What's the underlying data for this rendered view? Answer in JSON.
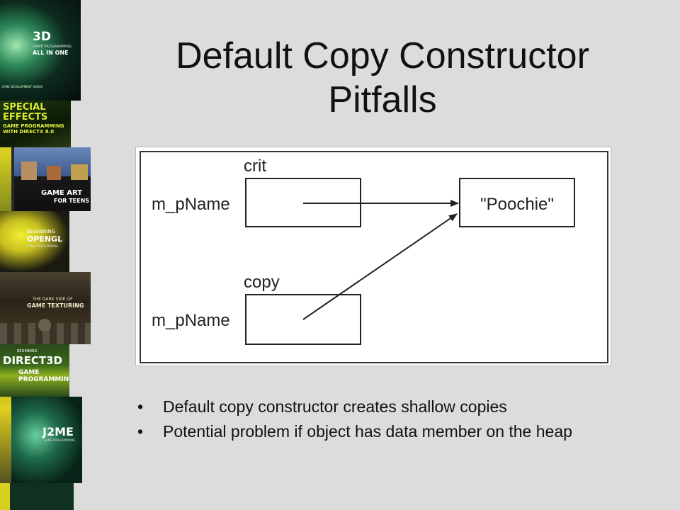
{
  "slide": {
    "title_line1": "Default Copy Constructor",
    "title_line2": "Pitfalls"
  },
  "diagram": {
    "objects": [
      {
        "name": "crit",
        "member": "m_pName"
      },
      {
        "name": "copy",
        "member": "m_pName"
      }
    ],
    "target_value": "\"Poochie\""
  },
  "bullets": [
    "Default copy constructor creates shallow copies",
    "Potential problem if object has data member on the heap"
  ],
  "bullet_char": "•",
  "book_covers": [
    {
      "title": "3D",
      "title2": "GAME PROGRAMMING",
      "title3": "ALL IN ONE",
      "series": "GAME DEVELOPMENT SERIES"
    },
    {
      "title": "SPECIAL",
      "title2": "EFFECTS",
      "title3": "GAME PROGRAMMING WITH DIRECTX 8.0"
    },
    {
      "title": "GAME ART",
      "title2": "FOR TEENS"
    },
    {
      "title": "BEGINNING",
      "title2": "OPENGL",
      "title3": "GAME PROGRAMMING"
    },
    {
      "title": "THE DARK SIDE OF",
      "title2": "GAME TEXTURING"
    },
    {
      "title": "BEGINNING",
      "title2": "DIRECT3D",
      "title3": "GAME PROGRAMMING"
    },
    {
      "title": "J2ME",
      "title2": "GAME PROGRAMMING"
    }
  ],
  "colors": {
    "background": "#dcdcdc",
    "text": "#111111",
    "diagram_ink": "#222222"
  }
}
